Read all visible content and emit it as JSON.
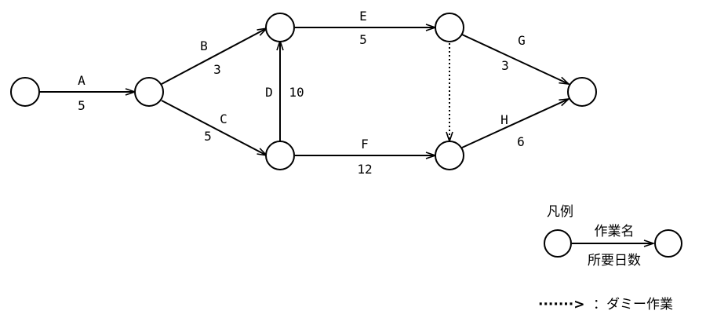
{
  "nodes": [
    {
      "id": "n1"
    },
    {
      "id": "n2"
    },
    {
      "id": "n3"
    },
    {
      "id": "n4"
    },
    {
      "id": "n5"
    },
    {
      "id": "n6"
    },
    {
      "id": "n7"
    },
    {
      "id": "n8"
    }
  ],
  "activities": [
    {
      "id": "A",
      "name": "A",
      "duration": "5",
      "from": "n1",
      "to": "n2"
    },
    {
      "id": "B",
      "name": "B",
      "duration": "3",
      "from": "n2",
      "to": "n3"
    },
    {
      "id": "C",
      "name": "C",
      "duration": "5",
      "from": "n2",
      "to": "n4"
    },
    {
      "id": "D",
      "name": "D",
      "duration": "10",
      "from": "n4",
      "to": "n3"
    },
    {
      "id": "E",
      "name": "E",
      "duration": "5",
      "from": "n3",
      "to": "n5"
    },
    {
      "id": "F",
      "name": "F",
      "duration": "12",
      "from": "n4",
      "to": "n6"
    },
    {
      "id": "G",
      "name": "G",
      "duration": "3",
      "from": "n5",
      "to": "n7"
    },
    {
      "id": "H",
      "name": "H",
      "duration": "6",
      "from": "n6",
      "to": "n7"
    }
  ],
  "dummy": {
    "from": "n5",
    "to": "n6"
  },
  "legend": {
    "title": "凡例",
    "task_name": "作業名",
    "duration": "所要日数",
    "dummy_arrow": "·······>",
    "dummy_text": "：ダミー作業"
  }
}
